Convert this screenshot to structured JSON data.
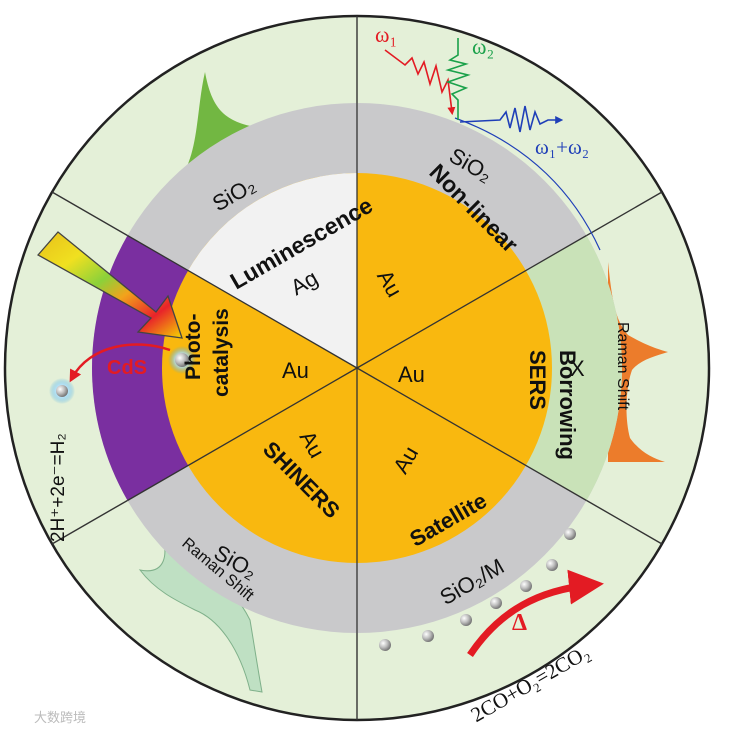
{
  "colors": {
    "outer_fill": "#e4f0d8",
    "shell_gray": "#c9c9cb",
    "core_gold": "#f9b80f",
    "ag_core": "#f2f2f2",
    "cds_purple": "#7a2fa0",
    "x_shell": "#c9e2b8",
    "luminescence_peak": "#6bb33a",
    "raman_peak_right": "#ec7c2b",
    "raman_peak_left": "#bfe0c3",
    "red": "#e31b23",
    "green": "#1aa14a",
    "blue": "#1f3fb8"
  },
  "sectors": {
    "luminescence": {
      "title": "Luminescence",
      "core": "Ag",
      "shell": "SiO₂"
    },
    "nonlinear": {
      "title": "Non-linear",
      "core": "Au",
      "shell": "SiO₂"
    },
    "borrowing": {
      "title_line1": "Borrowing",
      "title_line2": "SERS",
      "core": "Au",
      "shell": "X"
    },
    "satellite": {
      "title": "Satellite",
      "core": "Au",
      "shell": "SiO₂/M"
    },
    "shiners": {
      "title": "SHINERS",
      "core": "Au",
      "shell": "SiO₂"
    },
    "photocatalysis": {
      "title_line1": "Photo-",
      "title_line2": "catalysis",
      "core": "Au",
      "shell": "CdS"
    }
  },
  "annotations": {
    "omega1": "ω₁",
    "omega2": "ω₂",
    "omega_sum": "ω₁+ω₂",
    "raman_shift_right": "Raman Shift",
    "raman_shift_left": "Raman Shift",
    "hydrogen_reaction": "2H⁺+2e⁻=H₂",
    "co_reaction": "2CO+O₂=2CO₂",
    "delta": "Δ",
    "watermark": "大数跨境"
  }
}
